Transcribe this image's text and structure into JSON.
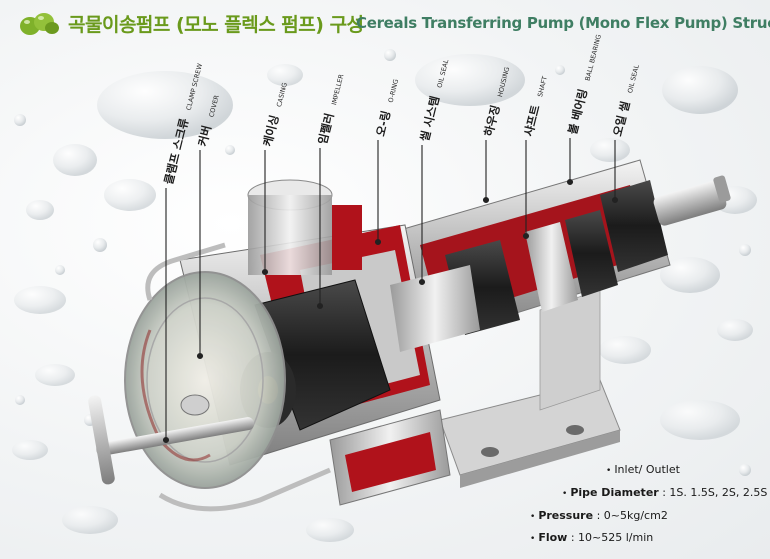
{
  "header": {
    "title_ko": "곡물이송펌프 (모노 플렉스 펌프) 구성",
    "title_en": "Cereals Transferring Pump (Mono Flex Pump) Structure"
  },
  "parts": [
    {
      "ko": "클램프 스크류",
      "en": "CLAMP SCREW"
    },
    {
      "ko": "커버",
      "en": "COVER"
    },
    {
      "ko": "케이싱",
      "en": "CASING"
    },
    {
      "ko": "임펠러",
      "en": "IMPELLER"
    },
    {
      "ko": "오-링",
      "en": "O-RING"
    },
    {
      "ko": "씰 시스템",
      "en": "OIL SEAL"
    },
    {
      "ko": "하우징",
      "en": "HOUSING"
    },
    {
      "ko": "샤프트",
      "en": "SHAFT"
    },
    {
      "ko": "볼 베어링",
      "en": "BALL BEARING"
    },
    {
      "ko": "오일 씰",
      "en": "OIL SEAL"
    }
  ],
  "specs": {
    "inlet_outlet": "Inlet/ Outlet",
    "pipe_label": "Pipe Diameter",
    "pipe_value": " : 1S. 1.5S, 2S, 2.5S",
    "pressure_label": "Pressure",
    "pressure_value": " : 0~5kg/cm2",
    "flow_label": "Flow",
    "flow_value": " : 10~525 l/min"
  },
  "colors": {
    "brand_green": "#6a9a1c",
    "title_teal": "#3f7e63",
    "cutaway_red": "#b0121b",
    "rubber_black": "#1e1e1e"
  }
}
